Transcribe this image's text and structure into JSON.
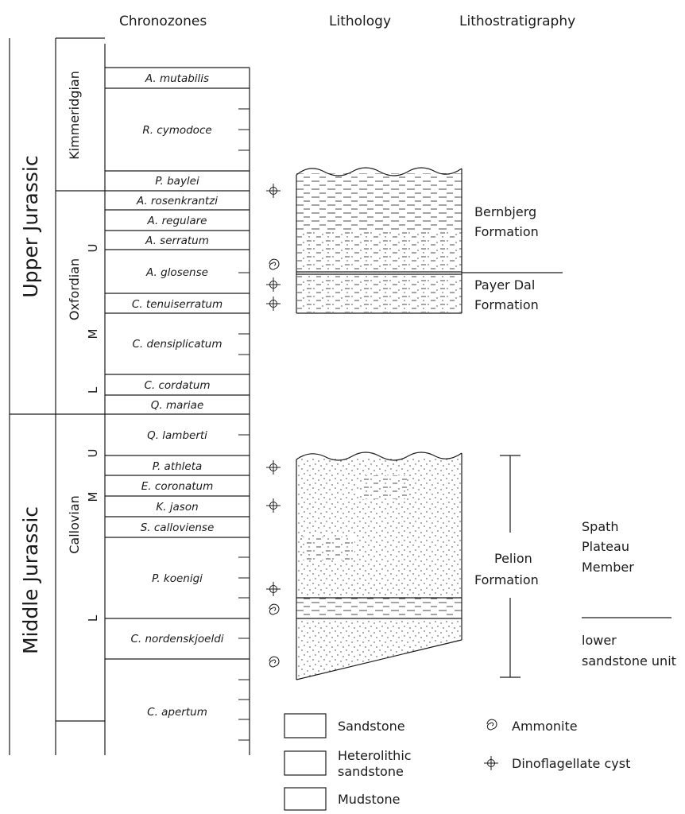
{
  "headers": {
    "chronozones": "Chronozones",
    "lithology": "Lithology",
    "lithostratigraphy": "Lithostratigraphy"
  },
  "eras": {
    "upper": "Upper Jurassic",
    "middle": "Middle Jurassic"
  },
  "stages": {
    "kimmeridgian": "Kimmeridgian",
    "oxfordian": "Oxfordian",
    "callovian": "Callovian"
  },
  "substages": {
    "oxf_upper": "U",
    "oxf_middle": "M",
    "oxf_lower": "L",
    "cal_upper": "U",
    "cal_middle": "M",
    "cal_lower": "L"
  },
  "zones": [
    "A. mutabilis",
    "R. cymodoce",
    "P. baylei",
    "A. rosenkrantzi",
    "A. regulare",
    "A. serratum",
    "A. glosense",
    "C. tenuiserratum",
    "C. densiplicatum",
    "C. cordatum",
    "Q. mariae",
    "Q. lamberti",
    "P. athleta",
    "E. coronatum",
    "K. jason",
    "S. calloviense",
    "P. koenigi",
    "C. nordenskjoeldi",
    "C. apertum"
  ],
  "formations": {
    "bernbjerg_1": "Bernbjerg",
    "bernbjerg_2": "Formation",
    "payer_1": "Payer Dal",
    "payer_2": "Formation",
    "pelion_1": "Pelion",
    "pelion_2": "Formation",
    "spath_1": "Spath",
    "spath_2": "Plateau",
    "spath_3": "Member",
    "lower_1": "lower",
    "lower_2": "sandstone unit"
  },
  "legend": {
    "sandstone": "Sandstone",
    "heterolithic_1": "Heterolithic",
    "heterolithic_2": "sandstone",
    "mudstone": "Mudstone",
    "ammonite": "Ammonite",
    "dinoflagellate": "Dinoflagellate cyst"
  },
  "icons": {
    "ammonite": "ammonite-icon",
    "dinoflagellate": "dinoflagellate-cyst-icon"
  }
}
